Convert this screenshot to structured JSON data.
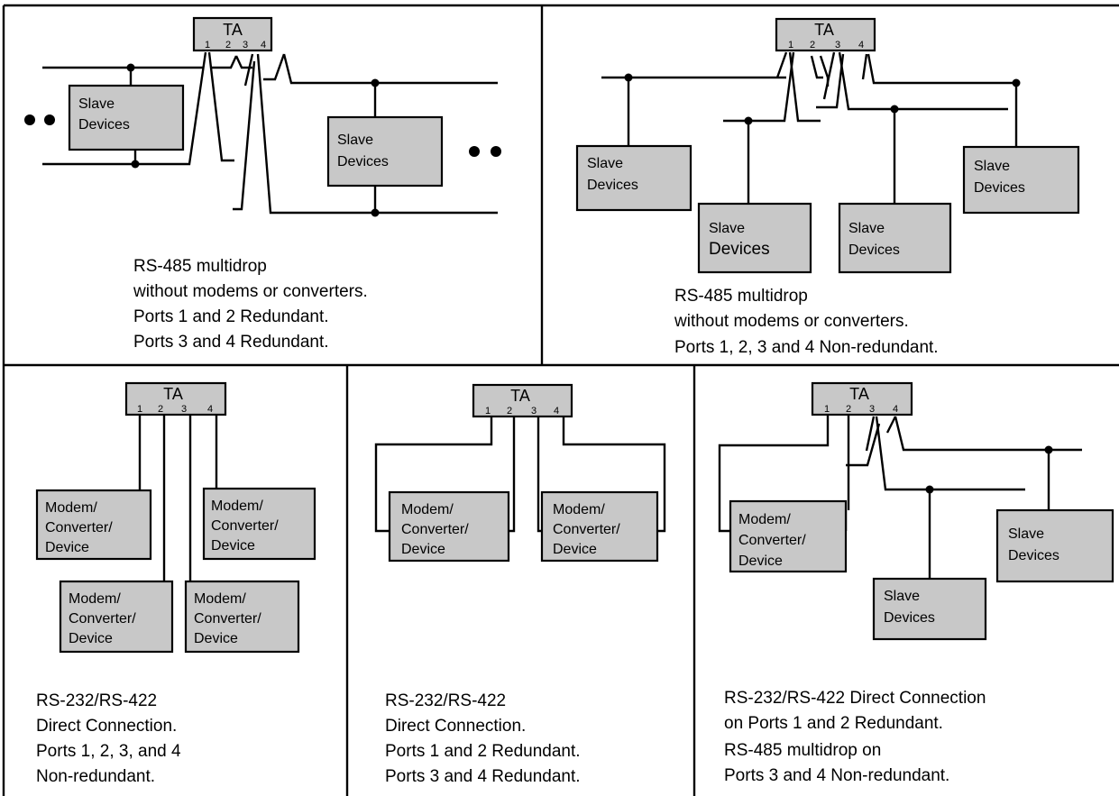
{
  "panels": {
    "p1": {
      "ta": {
        "title": "TA",
        "ports": [
          "1",
          "2",
          "3",
          "4"
        ]
      },
      "devices": [
        {
          "line1": "Slave",
          "line2": "Devices"
        },
        {
          "line1": "Slave",
          "line2": "Devices"
        }
      ],
      "caption": [
        "RS-485 multidrop",
        "without modems or converters.",
        "Ports 1 and 2 Redundant.",
        "Ports 3 and 4 Redundant."
      ]
    },
    "p2": {
      "ta": {
        "title": "TA",
        "ports": [
          "1",
          "2",
          "3",
          "4"
        ]
      },
      "devices": [
        {
          "line1": "Slave",
          "line2": "Devices"
        },
        {
          "line1": "Slave",
          "line2": "Devices"
        },
        {
          "line1": "Slave",
          "line2": "Devices"
        },
        {
          "line1": "Slave",
          "line2": "Devices"
        }
      ],
      "caption": [
        "RS-485 multidrop",
        "without modems or converters.",
        "Ports 1, 2, 3 and 4 Non-redundant."
      ]
    },
    "p3": {
      "ta": {
        "title": "TA",
        "ports": [
          "1",
          "2",
          "3",
          "4"
        ]
      },
      "devices": [
        {
          "line1": "Modem/",
          "line2": "Converter/",
          "line3": "Device"
        },
        {
          "line1": "Modem/",
          "line2": "Converter/",
          "line3": "Device"
        },
        {
          "line1": "Modem/",
          "line2": "Converter/",
          "line3": "Device"
        },
        {
          "line1": "Modem/",
          "line2": "Converter/",
          "line3": "Device"
        }
      ],
      "caption": [
        "RS-232/RS-422",
        "Direct Connection.",
        "Ports 1, 2, 3, and 4",
        "Non-redundant."
      ]
    },
    "p4": {
      "ta": {
        "title": "TA",
        "ports": [
          "1",
          "2",
          "3",
          "4"
        ]
      },
      "devices": [
        {
          "line1": "Modem/",
          "line2": "Converter/",
          "line3": "Device"
        },
        {
          "line1": "Modem/",
          "line2": "Converter/",
          "line3": "Device"
        }
      ],
      "caption": [
        "RS-232/RS-422",
        "Direct Connection.",
        "Ports 1 and 2 Redundant.",
        "Ports 3 and 4 Redundant."
      ]
    },
    "p5": {
      "ta": {
        "title": "TA",
        "ports": [
          "1",
          "2",
          "3",
          "4"
        ]
      },
      "devices": [
        {
          "line1": "Modem/",
          "line2": "Converter/",
          "line3": "Device"
        },
        {
          "line1": "Slave",
          "line2": "Devices"
        },
        {
          "line1": "Slave",
          "line2": "Devices"
        }
      ],
      "caption": [
        "RS-232/RS-422 Direct Connection",
        "on Ports 1 and 2 Redundant.",
        "RS-485 multidrop on",
        "Ports 3 and 4 Non-redundant."
      ]
    }
  },
  "colors": {
    "device_fill": "#c8c8c8",
    "line": "#000000"
  }
}
